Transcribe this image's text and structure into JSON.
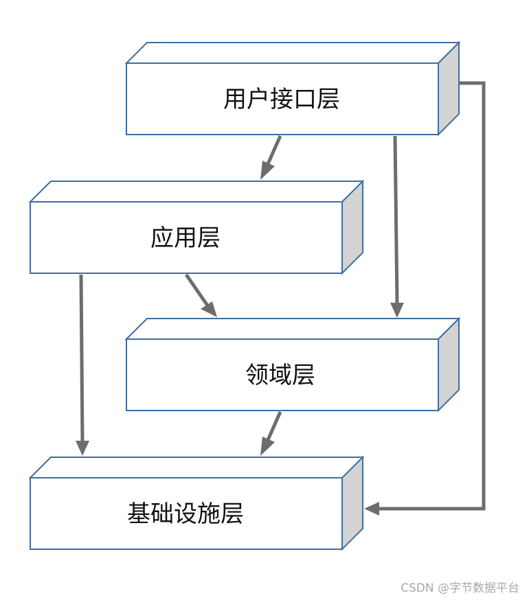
{
  "layers": {
    "user_interface": "用户接口层",
    "application": "应用层",
    "domain": "领域层",
    "infrastructure": "基础设施层"
  },
  "connections": [
    {
      "from": "用户接口层",
      "to": "应用层"
    },
    {
      "from": "用户接口层",
      "to": "领域层"
    },
    {
      "from": "用户接口层",
      "to": "基础设施层"
    },
    {
      "from": "应用层",
      "to": "领域层"
    },
    {
      "from": "应用层",
      "to": "基础设施层"
    },
    {
      "from": "领域层",
      "to": "基础设施层"
    }
  ],
  "watermark": "CSDN @字节数据平台",
  "colors": {
    "box_border": "#3f6d9c",
    "box_side": "#d3d3d3",
    "arrow": "#6e6c6c"
  }
}
